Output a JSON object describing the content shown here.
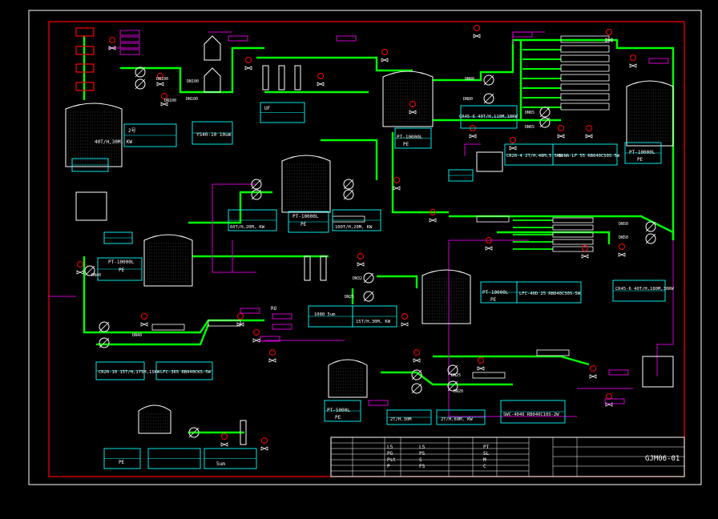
{
  "drawing_no": "GJM06-01",
  "colors": {
    "frame": "#ff0000",
    "water_line": "#00ff00",
    "aux_line": "#cc00cc",
    "equipment": "#ffffff",
    "label_box": "#00ffff",
    "highlight": "#ff00ff"
  },
  "tanks": [
    {
      "id": "t1",
      "name": "2号",
      "spec": "40T/H,30M, KW"
    },
    {
      "id": "t2",
      "name": "PT-10000L",
      "spec": "PE"
    },
    {
      "id": "t3",
      "name": "PT-10000L",
      "spec": "PE"
    },
    {
      "id": "t4",
      "name": "PT-10000L",
      "spec": "PE"
    },
    {
      "id": "t5",
      "name": "PT-10000L",
      "spec": "PE"
    },
    {
      "id": "t6",
      "name": "PT-10000L",
      "spec": "PE"
    },
    {
      "id": "t7",
      "name": "PT-5000L",
      "spec": "PE"
    },
    {
      "id": "t8",
      "name": "PE",
      "spec": ""
    }
  ],
  "labels": {
    "filter_spec": "YS40-10 10um",
    "uf_label": "UF",
    "ro_label": "RO",
    "spec_cr45": "CR45-6 40T/H,110M,18KW",
    "spec_cr20": "CR20-4 2T/H,48M,5.5KW",
    "spec_membrane1": "ESNA-LF 55 RB040CS0S-5W",
    "spec_cr45b": "CR45-6 40T/H,180M,30KW",
    "spec_pump2": "60T/H,20M, KW",
    "spec_pump3": "100T/H,20M, KW",
    "spec_cr20b": "CR20-10 15T/H,175M,15KW",
    "spec_lfc": "LFC-365 RB040CKS-5W",
    "spec_1080": "1080 5um",
    "spec_15t": "15T/H,30M, KW",
    "spec_lfc2": "LFC-40D 25 RB040C30S-5W",
    "spec_2t": "2T/H,30M",
    "spec_cr2": "2T/H,60M, KW",
    "spec_swc": "SWC-4040 RB040C10S-2W",
    "spec_5um": "5um"
  },
  "valves": [
    "DN100",
    "DN100",
    "DN100",
    "DN100",
    "DN80",
    "DN80",
    "DN65",
    "DN65",
    "DN50",
    "DN50",
    "DN40",
    "DN40",
    "DN32",
    "DN25",
    "DN25",
    "DN20"
  ],
  "legend": {
    "rows": [
      [
        "L5",
        "LS",
        "PT"
      ],
      [
        "PG",
        "PS",
        "SL"
      ],
      [
        "Pst",
        "S",
        "M"
      ],
      [
        "P",
        "FS",
        "C"
      ]
    ]
  }
}
